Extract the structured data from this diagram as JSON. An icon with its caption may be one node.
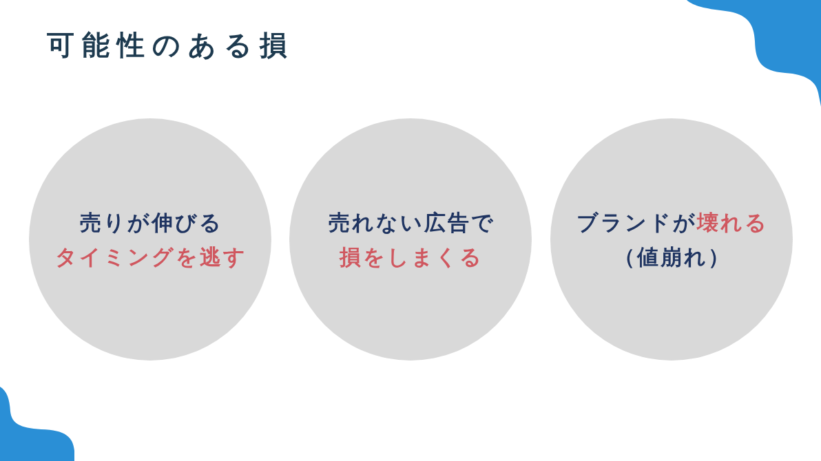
{
  "diagram": {
    "title": "可能性のある損",
    "nodes": [
      {
        "text": [
          "売りが伸びる**タイミングを逃す**"
        ]
      },
      {
        "text": [
          "売れない広告で**損をしまくる**"
        ]
      },
      {
        "text": [
          "ブランドが**壊れる**（値崩れ）"
        ]
      }
    ]
  }
}
